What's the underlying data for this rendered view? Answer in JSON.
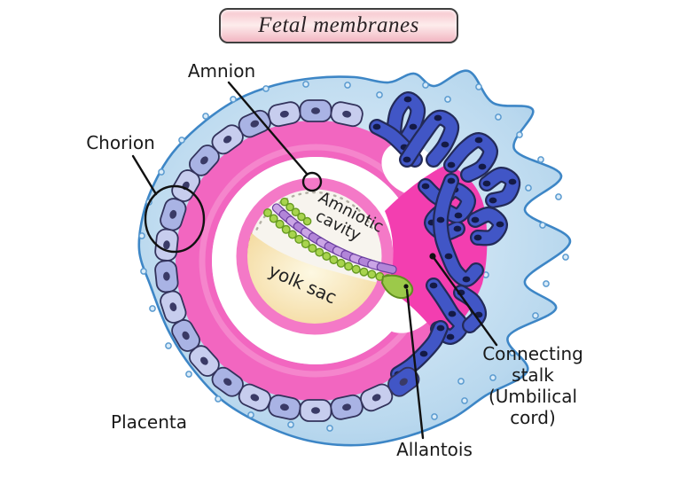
{
  "title": {
    "text": "Fetal membranes"
  },
  "labels": {
    "amnion": "Amnion",
    "chorion": "Chorion",
    "placenta": "Placenta",
    "allantois": "Allantois",
    "connecting_stalk_lines": [
      "Connecting",
      "stalk",
      "(Umbilical",
      "cord)"
    ],
    "amniotic_cavity_lines": [
      "Amniotic",
      "cavity"
    ],
    "yolk_sac": "yolk sac"
  },
  "colors": {
    "background": "#ffffff",
    "title_border": "#3f3f3f",
    "title_text": "#2b2326",
    "blob_fill": "#b9d8ee",
    "blob_wash": "#e7f3fb",
    "blob_stroke": "#3d86c6",
    "dot_stroke": "#5b9bd0",
    "dot_fill": "#d9ebf8",
    "ring_pink": "#f266c0",
    "ring_highlight": "#f8a3d8",
    "stalk_pink": "#f33eb0",
    "embryo_rim": "#f479c7",
    "cavity_white": "#ffffff",
    "amnio_fill": "#f7f4ee",
    "scallop": "#b3afa5",
    "yolk_center": "#fdf8e2",
    "yolk_edge": "#f2d492",
    "yolk_rim": "#bf8f3e",
    "cell_fill_a": "#c7cdee",
    "cell_fill_b": "#a9b3e4",
    "cell_stroke": "#33335c",
    "cell_nucleus": "#3a3a66",
    "villi_outline": "#232a58",
    "villi_fill": "#4156c6",
    "villi_nucleus": "#141a46",
    "disc_cell_a": "#cba5e6",
    "disc_cell_b": "#b285d8",
    "disc_stroke": "#6b3fa0",
    "bead_fill": "#a8d44e",
    "bead_stroke": "#679b21",
    "allantois_fill": "#9cc94a",
    "allantois_stroke": "#5f8f1f",
    "leader": "#111111",
    "label_text": "#1a1a1a"
  }
}
